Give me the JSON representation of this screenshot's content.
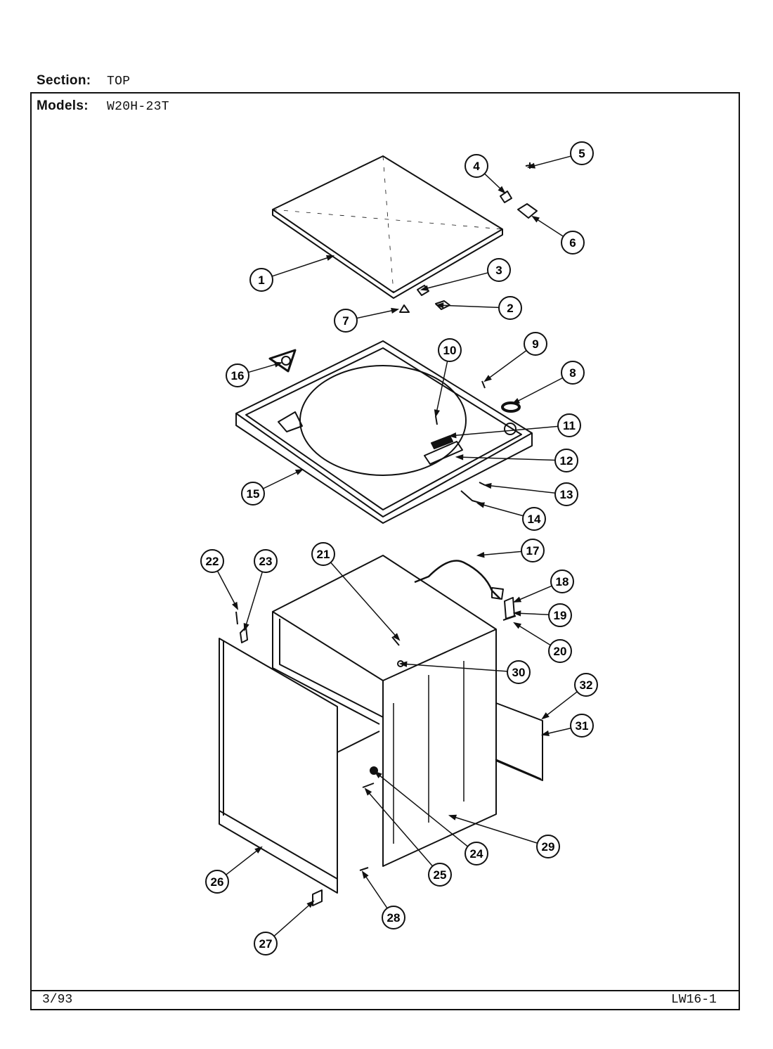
{
  "header": {
    "section_label": "Section:",
    "section_value": "TOP",
    "models_label": "Models:",
    "models_value": "W20H-23T"
  },
  "footer": {
    "date": "3/93",
    "page_code": "LW16-1"
  },
  "callouts": [
    "1",
    "2",
    "3",
    "4",
    "5",
    "6",
    "7",
    "8",
    "9",
    "10",
    "11",
    "12",
    "13",
    "14",
    "15",
    "16",
    "17",
    "18",
    "19",
    "20",
    "21",
    "22",
    "23",
    "24",
    "25",
    "26",
    "27",
    "28",
    "29",
    "30",
    "31",
    "32"
  ]
}
